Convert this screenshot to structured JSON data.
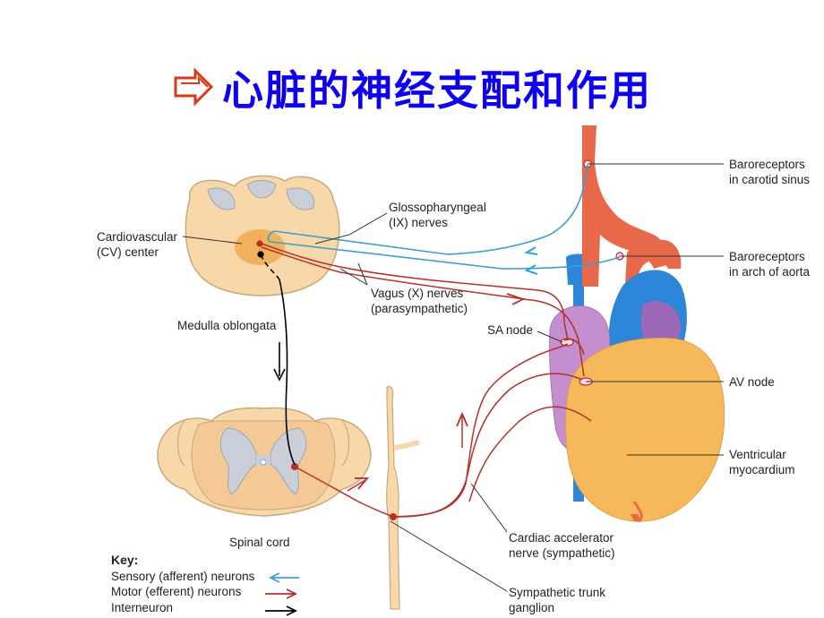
{
  "title": "心脏的神经支配和作用",
  "title_icon": "arrow-outline-icon",
  "labels": {
    "cv_center_1": "Cardiovascular",
    "cv_center_2": "(CV) center",
    "glosso_1": "Glossopharyngeal",
    "glosso_2": "(IX) nerves",
    "vagus_1": "Vagus (X) nerves",
    "vagus_2": "(parasympathetic)",
    "medulla": "Medulla oblongata",
    "sa_node": "SA node",
    "baro_carotid_1": "Baroreceptors",
    "baro_carotid_2": "in carotid sinus",
    "baro_aorta_1": "Baroreceptors",
    "baro_aorta_2": "in arch of aorta",
    "av_node": "AV node",
    "ventricular_1": "Ventricular",
    "ventricular_2": "myocardium",
    "spinal_cord": "Spinal cord",
    "cardiac_acc_1": "Cardiac accelerator",
    "cardiac_acc_2": "nerve (sympathetic)",
    "symp_trunk_1": "Sympathetic trunk",
    "symp_trunk_2": "ganglion"
  },
  "key": {
    "title": "Key:",
    "sensory": "Sensory (afferent) neurons",
    "motor": "Motor (efferent) neurons",
    "interneuron": "Interneuron"
  },
  "colors": {
    "title": "#0e00ee",
    "sensory": "#3aa0d0",
    "motor": "#b5302a",
    "interneuron": "#000000",
    "tissue": "#f8d7a8",
    "artery": "#e8684a",
    "vein": "#2e86d8",
    "heart": "#f6b85a",
    "atrium": "#c58fcf"
  }
}
